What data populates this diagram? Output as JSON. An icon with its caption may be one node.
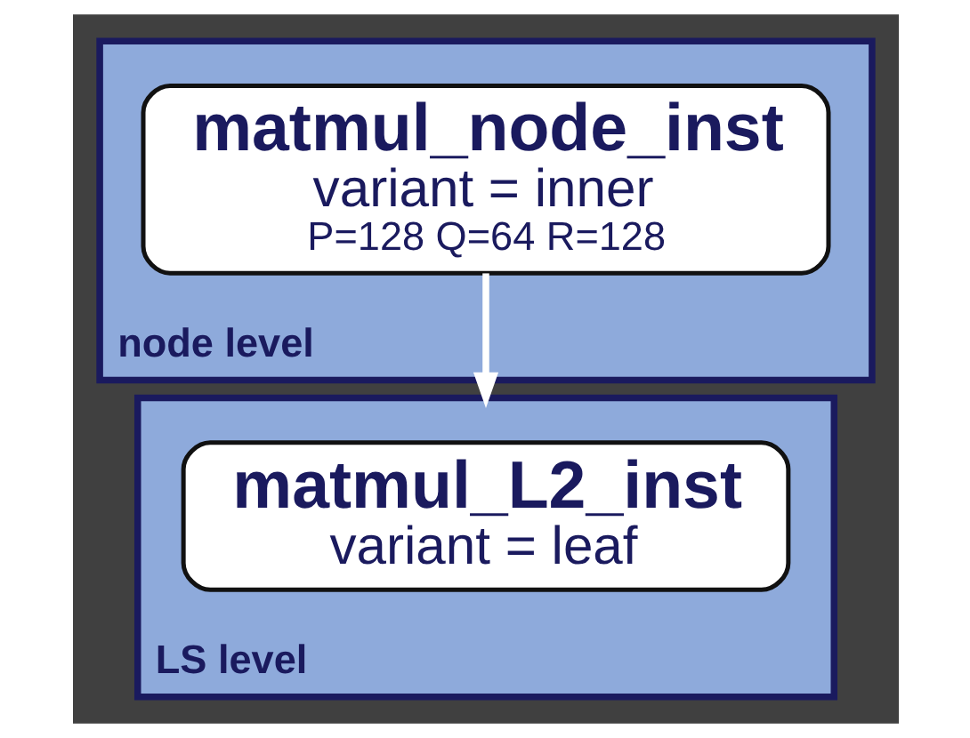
{
  "diagram": {
    "nodes": [
      {
        "text": [
          "node level"
        ]
      },
      {
        "text": [
          "matmul_node_inst",
          "variant = inner",
          "P=128 Q=64 R=128"
        ],
        "in": 0
      },
      {
        "text": [
          "LS level"
        ]
      },
      {
        "text": [
          "matmul_L2_inst",
          "variant = leaf"
        ],
        "in": 2
      }
    ],
    "edges": [
      {
        "from": 1,
        "to": 2,
        "arrow": "to"
      }
    ]
  }
}
